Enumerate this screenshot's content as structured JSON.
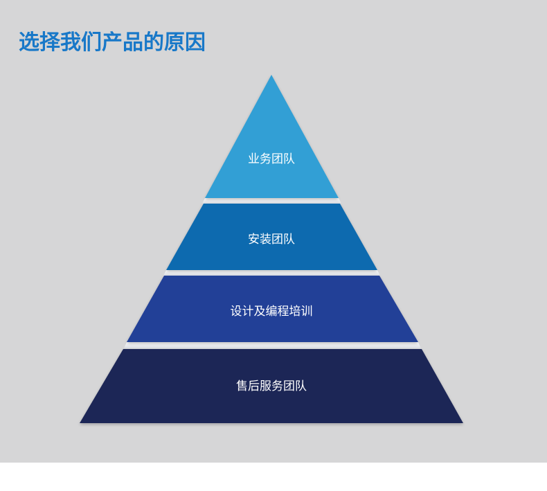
{
  "title": "选择我们产品的原因",
  "pyramid": {
    "tiers": [
      {
        "label": "业务团队",
        "color": "#329fd5"
      },
      {
        "label": "安装团队",
        "color": "#116aaf"
      },
      {
        "label": "设计及编程培训",
        "color": "#233f97"
      },
      {
        "label": "售后服务团队",
        "color": "#1c2656"
      }
    ]
  }
}
